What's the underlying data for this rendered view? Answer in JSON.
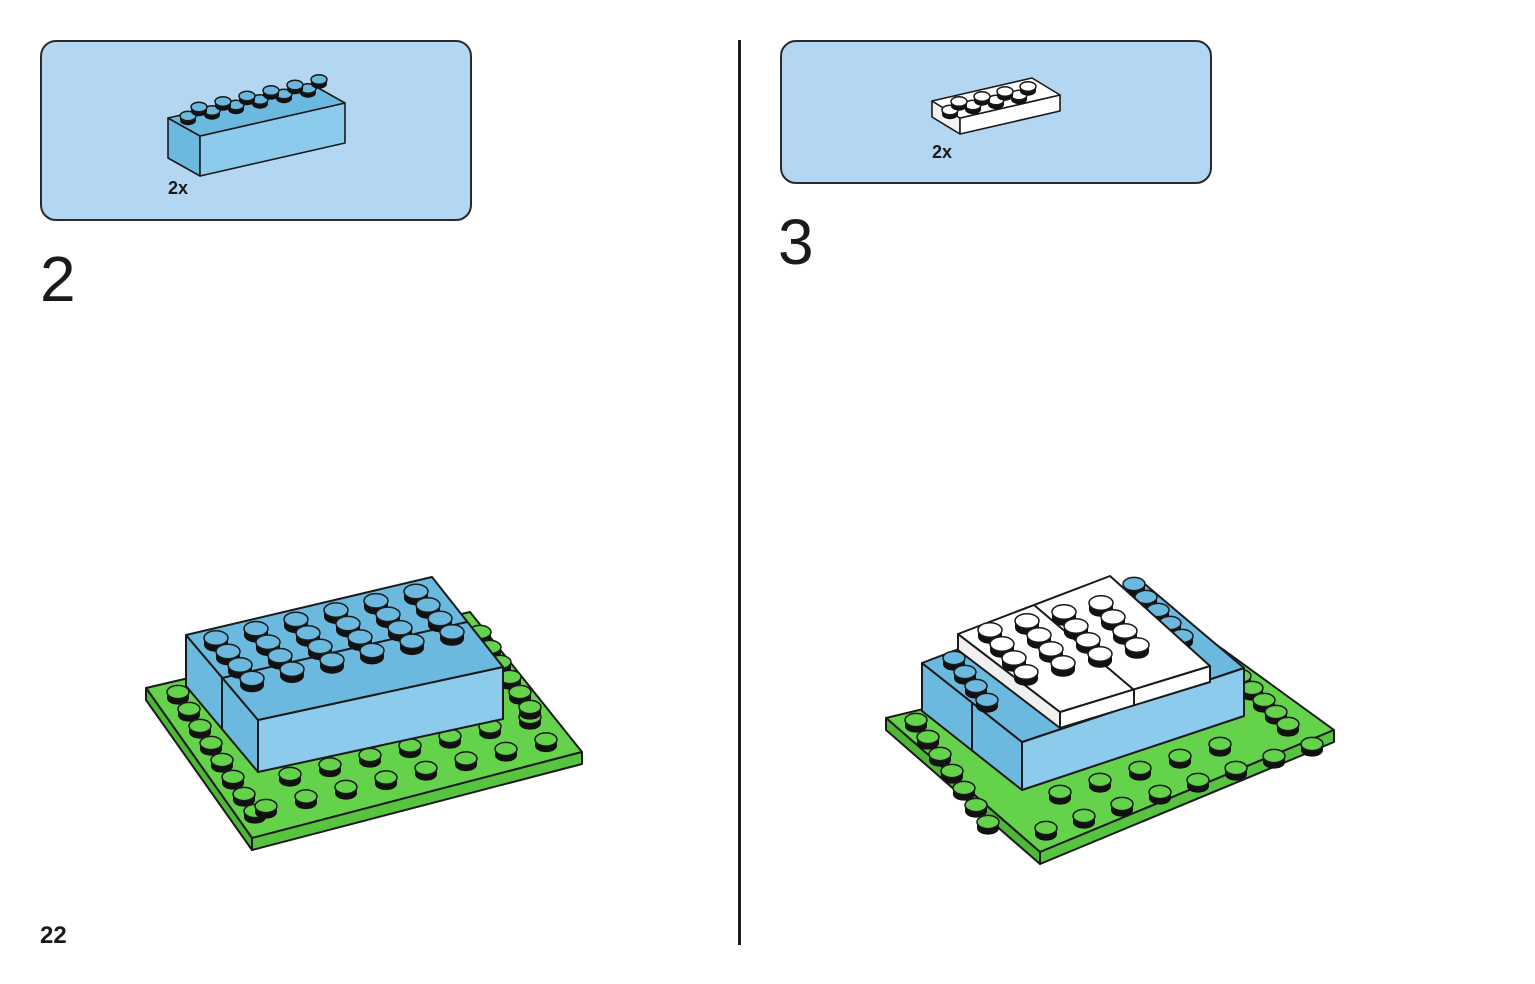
{
  "page": {
    "number": "22"
  },
  "steps": [
    {
      "number": "2",
      "part_quantity": "2x",
      "part": "light-blue-2x6-brick"
    },
    {
      "number": "3",
      "part_quantity": "2x",
      "part": "white-2x4-plate"
    }
  ],
  "colors": {
    "callout_bg": "#b3d7f3",
    "brick_light_blue": "#6cb9e0",
    "brick_light_blue_side": "#8ccbec",
    "plate_green": "#64d24a",
    "brick_white": "#ffffff",
    "outline": "#1a1a1a"
  }
}
